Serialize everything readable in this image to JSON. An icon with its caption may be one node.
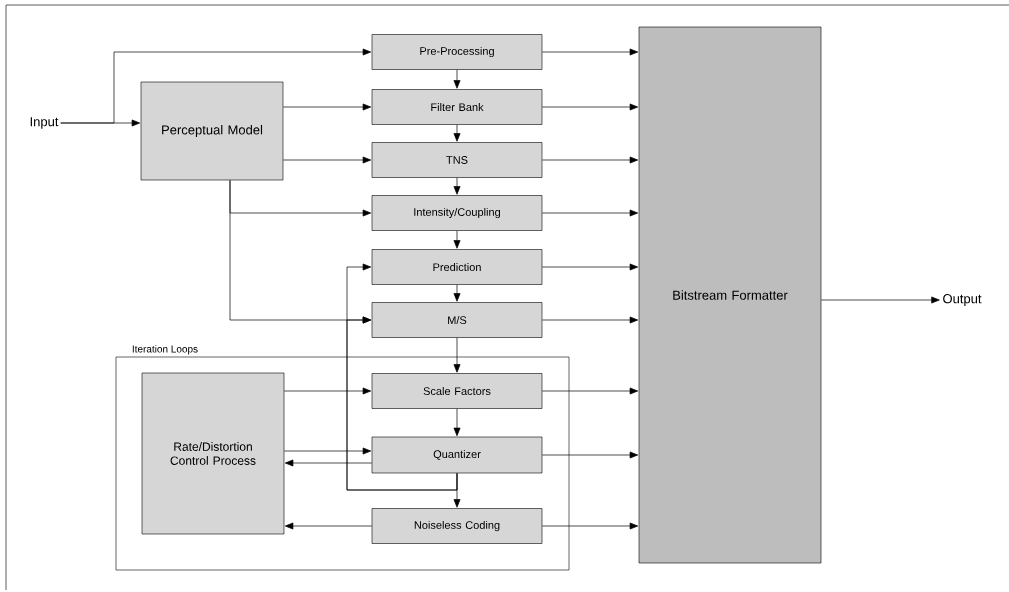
{
  "diagram": {
    "nodes": [
      {
        "text": [
          "Input"
        ]
      },
      {
        "text": [
          "Perceptual Model"
        ]
      },
      {
        "text": [
          "Pre-Processing"
        ]
      },
      {
        "text": [
          "Filter Bank"
        ]
      },
      {
        "text": [
          "TNS"
        ]
      },
      {
        "text": [
          "Intensity/Coupling"
        ]
      },
      {
        "text": [
          "Prediction"
        ]
      },
      {
        "text": [
          "M/S"
        ]
      },
      {
        "text": [
          "Iteration Loops"
        ]
      },
      {
        "text": [
          "Rate/Distortion Control Process"
        ],
        "in": 8
      },
      {
        "text": [
          "Scale Factors"
        ],
        "in": 8
      },
      {
        "text": [
          "Quantizer"
        ],
        "in": 8
      },
      {
        "text": [
          "Noiseless Coding"
        ],
        "in": 8
      },
      {
        "text": [
          "Bitstream Formatter"
        ]
      },
      {
        "text": [
          "Output"
        ]
      }
    ],
    "edges": [
      {
        "from": 0,
        "to": 1,
        "arrow": "to"
      },
      {
        "from": 0,
        "to": 2,
        "arrow": "to"
      },
      {
        "from": 1,
        "to": 3,
        "arrow": "to"
      },
      {
        "from": 1,
        "to": 4,
        "arrow": "to"
      },
      {
        "from": 1,
        "to": 5,
        "arrow": "to"
      },
      {
        "from": 1,
        "to": 7,
        "arrow": "to"
      },
      {
        "from": 2,
        "to": 3,
        "arrow": "to"
      },
      {
        "from": 3,
        "to": 4,
        "arrow": "to"
      },
      {
        "from": 4,
        "to": 5,
        "arrow": "to"
      },
      {
        "from": 5,
        "to": 6,
        "arrow": "to"
      },
      {
        "from": 6,
        "to": 7,
        "arrow": "to"
      },
      {
        "from": 7,
        "to": 10,
        "arrow": "to"
      },
      {
        "from": 10,
        "to": 11,
        "arrow": "to"
      },
      {
        "from": 11,
        "to": 12,
        "arrow": "to"
      },
      {
        "from": 11,
        "to": 6,
        "arrow": "to"
      },
      {
        "from": 11,
        "to": 7,
        "arrow": "to"
      },
      {
        "from": 9,
        "to": 10,
        "arrow": "to"
      },
      {
        "from": 9,
        "to": 11,
        "arrow": "to"
      },
      {
        "from": 11,
        "to": 9,
        "arrow": "to"
      },
      {
        "from": 12,
        "to": 9,
        "arrow": "to"
      },
      {
        "from": 2,
        "to": 13,
        "arrow": "to"
      },
      {
        "from": 3,
        "to": 13,
        "arrow": "to"
      },
      {
        "from": 4,
        "to": 13,
        "arrow": "to"
      },
      {
        "from": 5,
        "to": 13,
        "arrow": "to"
      },
      {
        "from": 6,
        "to": 13,
        "arrow": "to"
      },
      {
        "from": 7,
        "to": 13,
        "arrow": "to"
      },
      {
        "from": 10,
        "to": 13,
        "arrow": "to"
      },
      {
        "from": 11,
        "to": 13,
        "arrow": "to"
      },
      {
        "from": 12,
        "to": 13,
        "arrow": "to"
      },
      {
        "from": 13,
        "to": 14,
        "arrow": "to"
      }
    ]
  }
}
